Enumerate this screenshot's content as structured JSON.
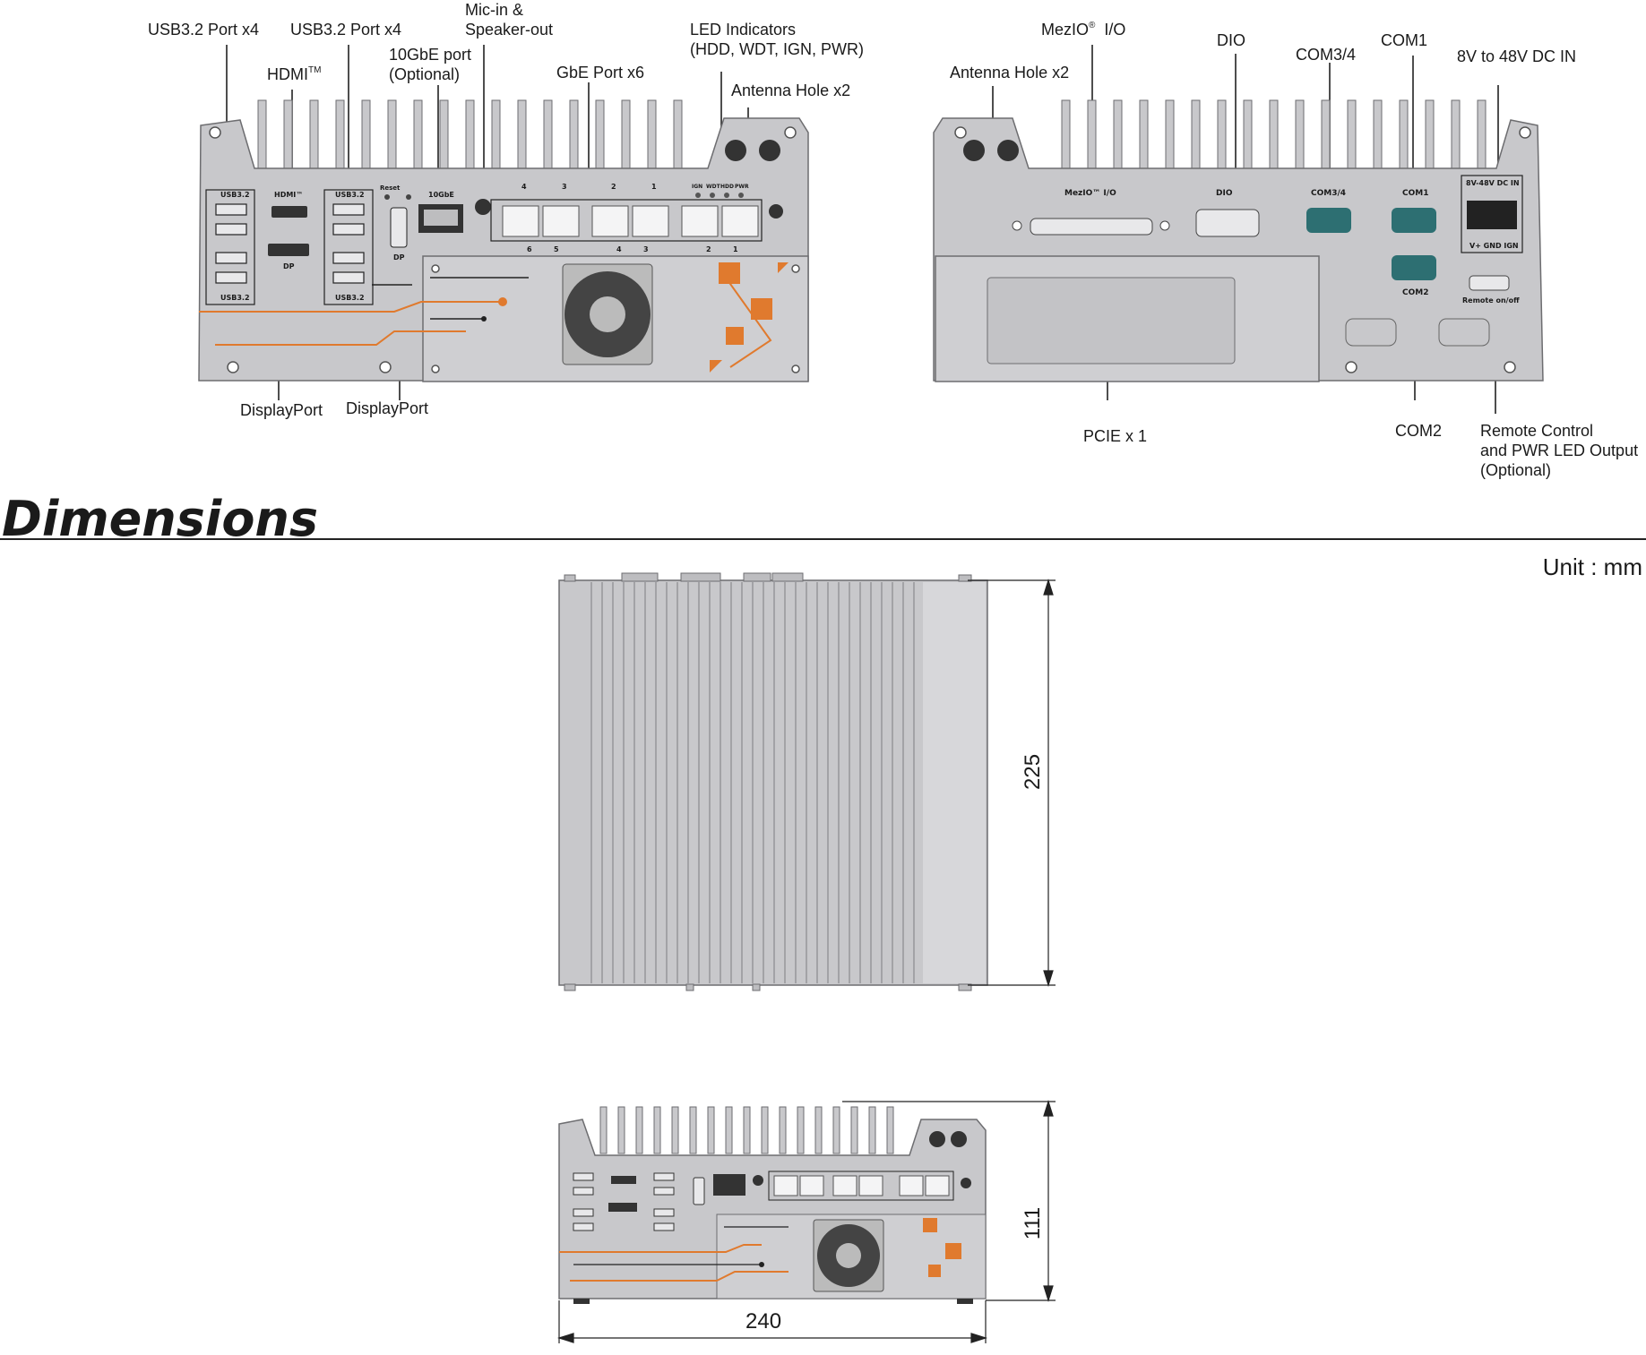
{
  "callouts": {
    "usb_left": "USB3.2 Port x4",
    "usb_right": "USB3.2 Port x4",
    "hdmi": "HDMI",
    "hdmi_tm": "TM",
    "tengbe_line1": "10GbE port",
    "tengbe_line2": "(Optional)",
    "mic_line1": "Mic-in &",
    "mic_line2": "Speaker-out",
    "gbe": "GbE Port x6",
    "led_line1": "LED Indicators",
    "led_line2": "(HDD, WDT, IGN, PWR)",
    "antenna_front": "Antenna Hole x2",
    "displayport_1": "DisplayPort",
    "displayport_2": "DisplayPort",
    "mezio": "MezIO",
    "mezio_reg": "®",
    "mezio_io": "I/O",
    "antenna_rear": "Antenna Hole x2",
    "dio": "DIO",
    "com34": "COM3/4",
    "com1": "COM1",
    "dcin": "8V to 48V  DC IN",
    "pcie": "PCIE x 1",
    "com2": "COM2",
    "remote_line1": "Remote Control",
    "remote_line2": "and PWR LED Output",
    "remote_line3": "(Optional)"
  },
  "front_panel": {
    "usb_top_left": "USB3.2",
    "usb_bottom_left": "USB3.2",
    "hdmi": "HDMI™",
    "dp": "DP",
    "usb_top_right": "USB3.2",
    "usb_bottom_right": "USB3.2",
    "reset": "Reset",
    "dp_vertical": "DP",
    "tengbe": "10GbE",
    "lan_nums": [
      "4",
      "3",
      "2",
      "1"
    ],
    "lan_bottom": [
      "6",
      "5",
      "4",
      "3",
      "2",
      "1"
    ],
    "leds": [
      "IGN",
      "WDT",
      "HDD",
      "PWR"
    ]
  },
  "rear_panel": {
    "mezio": "MezIO™ I/O",
    "dio": "DIO",
    "com34": "COM3/4",
    "com1": "COM1",
    "com2": "COM2",
    "dc_title": "8V-48V DC IN",
    "dc_pins": "V+ GND IGN",
    "remote": "Remote on/off"
  },
  "section": {
    "title": "Dimensions",
    "unit": "Unit : mm"
  },
  "dimensions": {
    "depth": "225",
    "height": "111",
    "width": "240"
  },
  "colors": {
    "chassis": "#c8c8cb",
    "chassis_dark": "#6d6d70",
    "accent": "#e07a2e",
    "com": "#2d6f72",
    "line": "#222222"
  }
}
